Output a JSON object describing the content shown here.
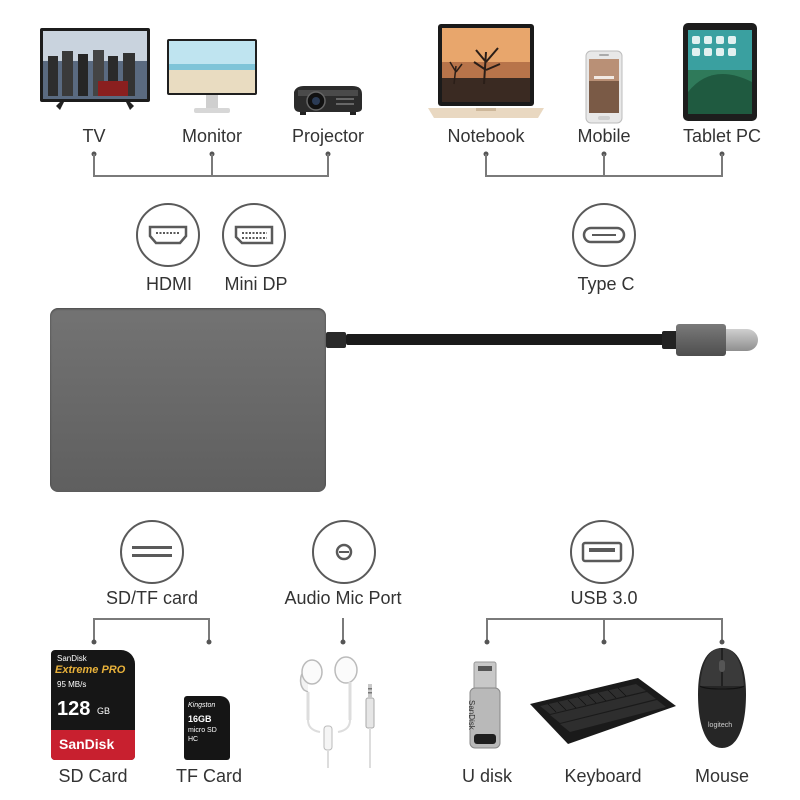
{
  "top_left_devices": {
    "tv": "TV",
    "monitor": "Monitor",
    "projector": "Projector"
  },
  "top_right_devices": {
    "notebook": "Notebook",
    "mobile": "Mobile",
    "tablet": "Tablet PC"
  },
  "ports_top": {
    "hdmi": "HDMI",
    "mini_dp": "Mini DP",
    "type_c": "Type C"
  },
  "ports_bottom": {
    "sd_tf": "SD/TF card",
    "audio": "Audio Mic Port",
    "usb": "USB 3.0"
  },
  "bottom_devices": {
    "sd_card": "SD Card",
    "tf_card": "TF Card",
    "u_disk": "U disk",
    "keyboard": "Keyboard",
    "mouse": "Mouse"
  },
  "sd_card_print": {
    "brand_small": "SanDisk",
    "line": "Extreme PRO",
    "speed": "95 MB/s",
    "capacity": "128",
    "unit": "GB",
    "brand": "SanDisk"
  },
  "tf_card_print": {
    "brand": "Kingston",
    "capacity": "16GB",
    "type": "micro SD HC"
  },
  "u_disk_print": {
    "brand": "SanDisk"
  },
  "mouse_print": {
    "brand": "logitech"
  },
  "colors": {
    "hub_body": "#6b6b6b",
    "line": "#7a7a7a",
    "icon_stroke": "#5a5a5a",
    "sd_red": "#c8202f"
  }
}
